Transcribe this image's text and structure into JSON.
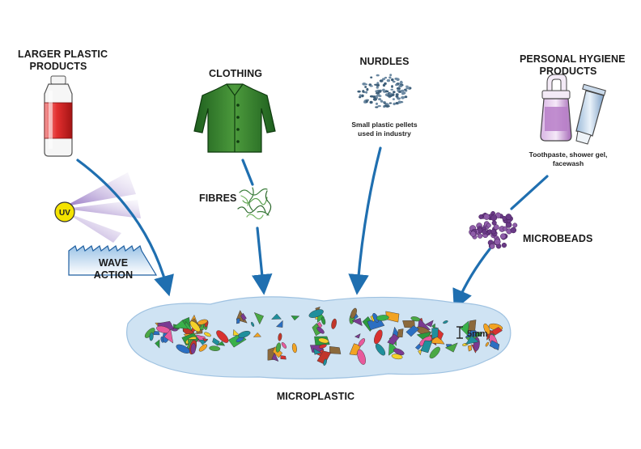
{
  "sources": {
    "larger_plastic": {
      "line1": "LARGER PLASTIC",
      "line2": "PRODUCTS"
    },
    "clothing": {
      "label": "CLOTHING"
    },
    "nurdles": {
      "label": "NURDLES",
      "caption_line1": "Small plastic pellets",
      "caption_line2": "used in industry"
    },
    "personal_hygiene": {
      "line1": "PERSONAL HYGIENE",
      "line2": "PRODUCTS",
      "caption_line1": "Toothpaste, shower gel,",
      "caption_line2": "facewash"
    }
  },
  "intermediates": {
    "uv": "UV",
    "wave_line1": "WAVE",
    "wave_line2": "ACTION",
    "fibres": "FIBRES",
    "microbeads": "MICROBEADS"
  },
  "result": {
    "label": "MICROPLASTIC",
    "scale": "5mm"
  },
  "icons": [
    "plastic-bottle-icon",
    "sun-uv-icon",
    "wave-icon",
    "jacket-icon",
    "fibres-icon",
    "nurdle-pellets-icon",
    "shampoo-bottle-icon",
    "toothpaste-tube-icon",
    "microbeads-icon",
    "arrow-icon"
  ],
  "colors": {
    "arrow": "#1f6fb0",
    "bottle_red": "#e83a3a",
    "jacket_green": "#2f7a2f",
    "nurdle": "#3e5f7a",
    "microbead": "#6a3a86",
    "water": "#cfe3f3",
    "uv_yellow": "#f4e300",
    "uv_beam": "#9a7fc4"
  }
}
